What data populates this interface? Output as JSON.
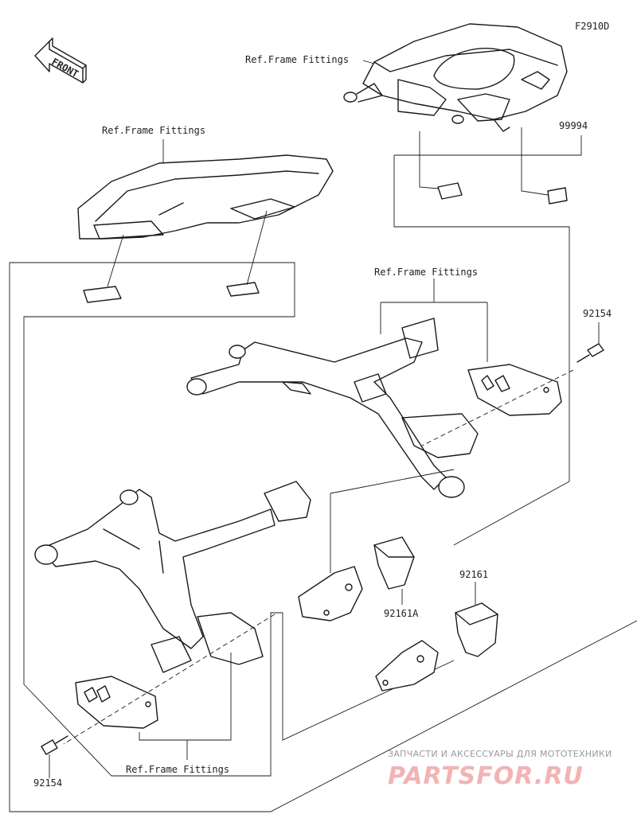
{
  "diagram_code": "F2910D",
  "front_label": "FRONT",
  "ref_top": "Ref.Frame Fittings",
  "ref_left": "Ref.Frame Fittings",
  "ref_mid": "Ref.Frame Fittings",
  "ref_bottom": "Ref.Frame Fittings",
  "part_99994": "99994",
  "part_92154_right": "92154",
  "part_92154_left": "92154",
  "part_92161": "92161",
  "part_92161A": "92161A",
  "watermark": {
    "tagline": "ЗАПЧАСТИ И АКСЕССУАРЫ ДЛЯ МОТОТЕХНИКИ",
    "brand": "PARTSFOR.RU"
  }
}
